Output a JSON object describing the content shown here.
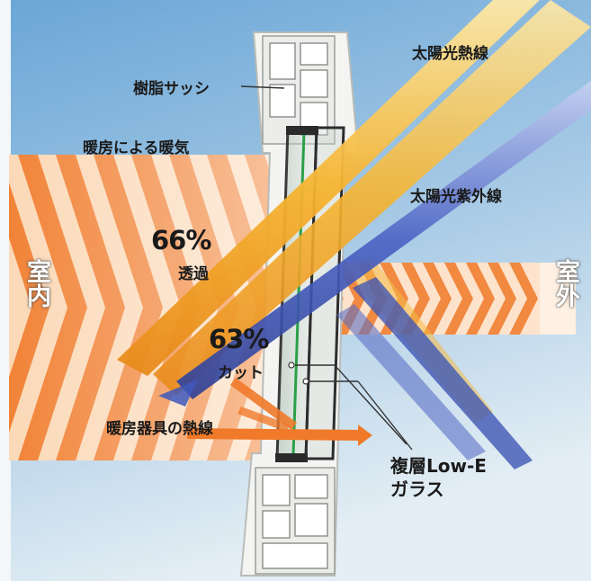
{
  "labels": {
    "sash": "樹脂サッシ",
    "heating_warmth": "暖房による暖気",
    "solar_heat_rays": "太陽光熱線",
    "solar_uv_rays": "太陽光紫外線",
    "transmission_value": "66%",
    "transmission_label": "透過",
    "cut_value": "63%",
    "cut_label": "カット",
    "heater_heat_rays": "暖房器具の熱線",
    "glass_line1": "複層Low-E",
    "glass_line2": "ガラス",
    "indoor": "室内",
    "outdoor": "室外"
  },
  "colors": {
    "sky_top": "#7fb4dc",
    "sky_bottom": "#d7e8f2",
    "warm_orange": "#f07a2a",
    "solar_yellow": "#f2b12e",
    "uv_blue": "#3f57b8",
    "glass_green": "#2aa048",
    "frame_white": "#f3f4f1"
  }
}
